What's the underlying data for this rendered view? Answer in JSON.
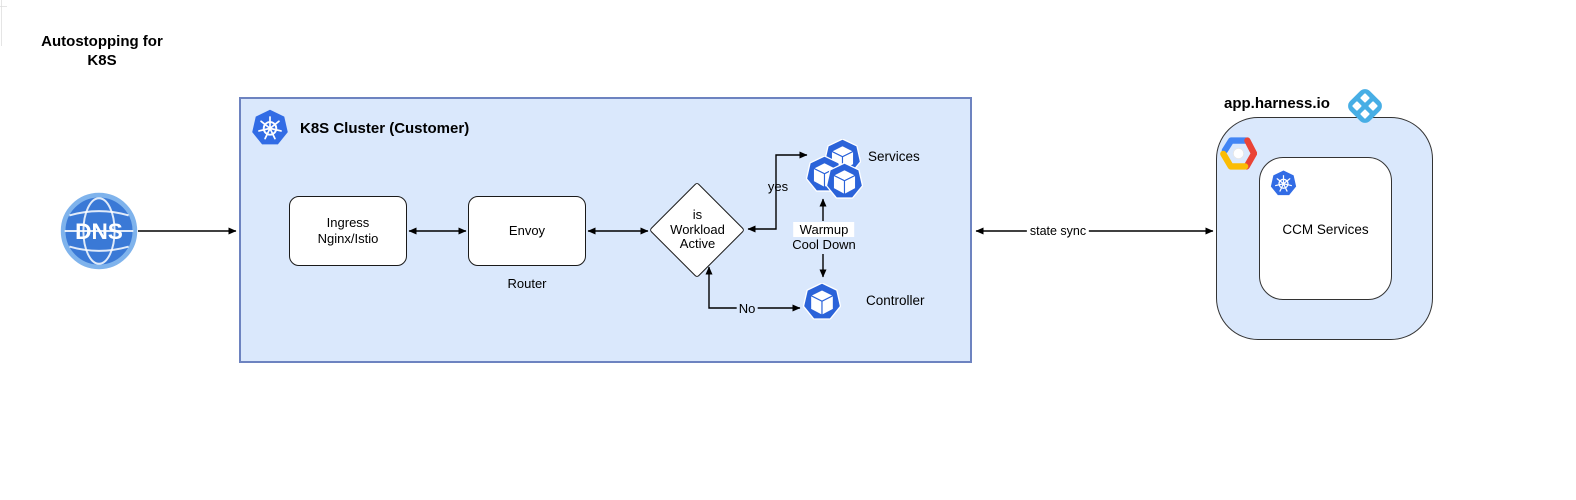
{
  "title": "Autostopping for\nK8S",
  "colors": {
    "cluster_fill": "#dae8fc",
    "cluster_border": "#6d83c0",
    "kubernetes_blue": "#326ce5",
    "pod_blue": "#2b63d9",
    "harness_logo_blue": "#47aee5",
    "dns_blue": "#3a79d6",
    "arrow_black": "#000000"
  },
  "dns": {
    "label": "DNS",
    "icon": "dns-globe-icon"
  },
  "cluster": {
    "title": "K8S Cluster (Customer)",
    "icon": "kubernetes-icon",
    "nodes": {
      "ingress": {
        "label": "Ingress\nNginx/Istio"
      },
      "envoy": {
        "label": "Envoy",
        "caption": "Router"
      },
      "decision": {
        "label": "is\nWorkload\nActive"
      },
      "services": {
        "label": "Services",
        "icon": "pod-cluster-icon"
      },
      "controller": {
        "label": "Controller",
        "icon": "pod-icon"
      }
    },
    "edge_labels": {
      "yes": "yes",
      "no": "No",
      "warmup": "Warmup",
      "cooldown": "Cool Down"
    }
  },
  "sync": {
    "label": "state sync"
  },
  "harness": {
    "domain": "app.harness.io",
    "logo": "harness-ccm-icon",
    "platform_icon": "gcp-icon",
    "k8s_icon": "kubernetes-icon",
    "service_box": {
      "label": "CCM Services"
    }
  }
}
